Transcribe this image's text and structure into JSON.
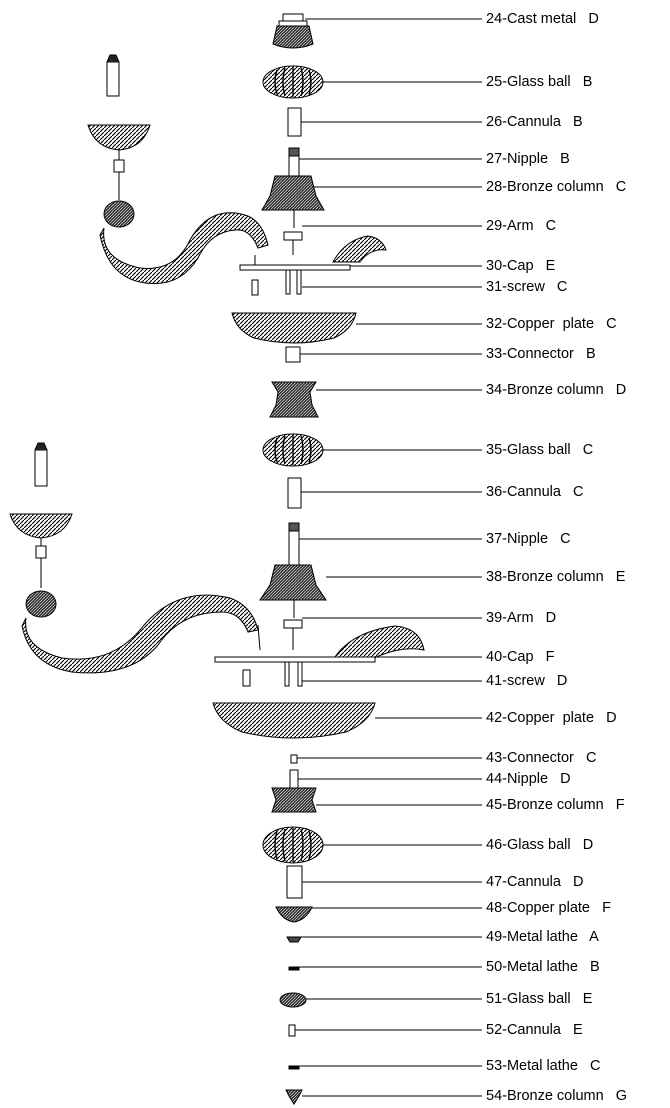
{
  "diagram": {
    "parts": [
      {
        "number": "24",
        "name": "Cast metal",
        "grade": "D"
      },
      {
        "number": "25",
        "name": "Glass ball",
        "grade": "B"
      },
      {
        "number": "26",
        "name": "Cannula",
        "grade": "B"
      },
      {
        "number": "27",
        "name": "Nipple",
        "grade": "B"
      },
      {
        "number": "28",
        "name": "Bronze column",
        "grade": "C"
      },
      {
        "number": "29",
        "name": "Arm",
        "grade": "C"
      },
      {
        "number": "30",
        "name": "Cap",
        "grade": "E"
      },
      {
        "number": "31",
        "name": "screw",
        "grade": "C"
      },
      {
        "number": "32",
        "name": "Copper  plate",
        "grade": "C"
      },
      {
        "number": "33",
        "name": "Connector",
        "grade": "B"
      },
      {
        "number": "34",
        "name": "Bronze column",
        "grade": "D"
      },
      {
        "number": "35",
        "name": "Glass ball",
        "grade": "C"
      },
      {
        "number": "36",
        "name": "Cannula",
        "grade": "C"
      },
      {
        "number": "37",
        "name": "Nipple",
        "grade": "C"
      },
      {
        "number": "38",
        "name": "Bronze column",
        "grade": "E"
      },
      {
        "number": "39",
        "name": "Arm",
        "grade": "D"
      },
      {
        "number": "40",
        "name": "Cap",
        "grade": "F"
      },
      {
        "number": "41",
        "name": "screw",
        "grade": "D"
      },
      {
        "number": "42",
        "name": "Copper  plate",
        "grade": "D"
      },
      {
        "number": "43",
        "name": "Connector",
        "grade": "C"
      },
      {
        "number": "44",
        "name": "Nipple",
        "grade": "D"
      },
      {
        "number": "45",
        "name": "Bronze column",
        "grade": "F"
      },
      {
        "number": "46",
        "name": "Glass ball",
        "grade": "D"
      },
      {
        "number": "47",
        "name": "Cannula",
        "grade": "D"
      },
      {
        "number": "48",
        "name": "Copper plate",
        "grade": "F"
      },
      {
        "number": "49",
        "name": "Metal lathe",
        "grade": "A"
      },
      {
        "number": "50",
        "name": "Metal lathe",
        "grade": "B"
      },
      {
        "number": "51",
        "name": "Glass ball",
        "grade": "E"
      },
      {
        "number": "52",
        "name": "Cannula",
        "grade": "E"
      },
      {
        "number": "53",
        "name": "Metal lathe",
        "grade": "C"
      },
      {
        "number": "54",
        "name": "Bronze column",
        "grade": "G"
      }
    ]
  }
}
